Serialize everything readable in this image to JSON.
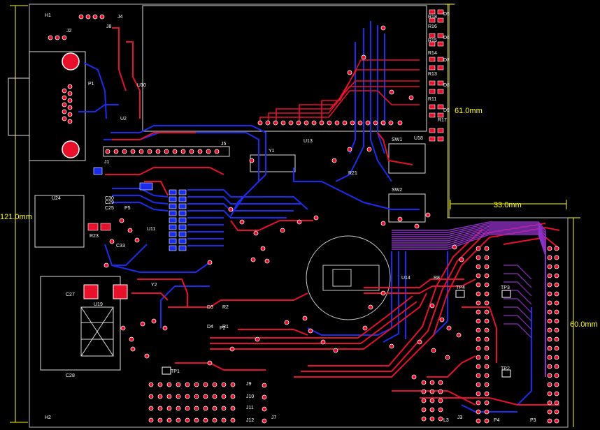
{
  "board": {
    "dimensions": {
      "height_total": "121.0mm",
      "height_upper_right": "61.0mm",
      "width_notch": "33.0mm",
      "height_lower_right": "60.0mm"
    },
    "mounting_holes": [
      "H1",
      "H2"
    ],
    "designators": {
      "connectors": [
        "J1",
        "J2",
        "J3",
        "J4",
        "J5",
        "J7",
        "J8",
        "J9",
        "J10",
        "J11",
        "J12",
        "P1",
        "P2",
        "P3",
        "P4",
        "P5",
        "L3"
      ],
      "chips": [
        "U2",
        "U10",
        "U11",
        "U13",
        "U14",
        "U18",
        "U19",
        "U24"
      ],
      "leds": [
        "D3",
        "D4",
        "D5",
        "D6",
        "D7",
        "D8",
        "D9"
      ],
      "resistors": [
        "R1",
        "R2",
        "R8",
        "R11",
        "R13",
        "R14",
        "R15",
        "R16",
        "R17",
        "R18",
        "R21",
        "R23"
      ],
      "switches": [
        "SW1",
        "SW2"
      ],
      "test_points": [
        "TP1",
        "TP2",
        "TP3",
        "TP4"
      ],
      "crystals": [
        "Y1",
        "Y2"
      ],
      "capacitors": [
        "C25",
        "C27",
        "C28",
        "C29",
        "C30",
        "C33"
      ]
    },
    "colors": {
      "background": "#000000",
      "top_copper": "#e8102a",
      "bottom_copper": "#1a2cf0",
      "silkscreen": "#ffffff",
      "dimension": "#ffff00",
      "outline": "#ffffff",
      "purple_overlap": "#9030c8"
    }
  }
}
